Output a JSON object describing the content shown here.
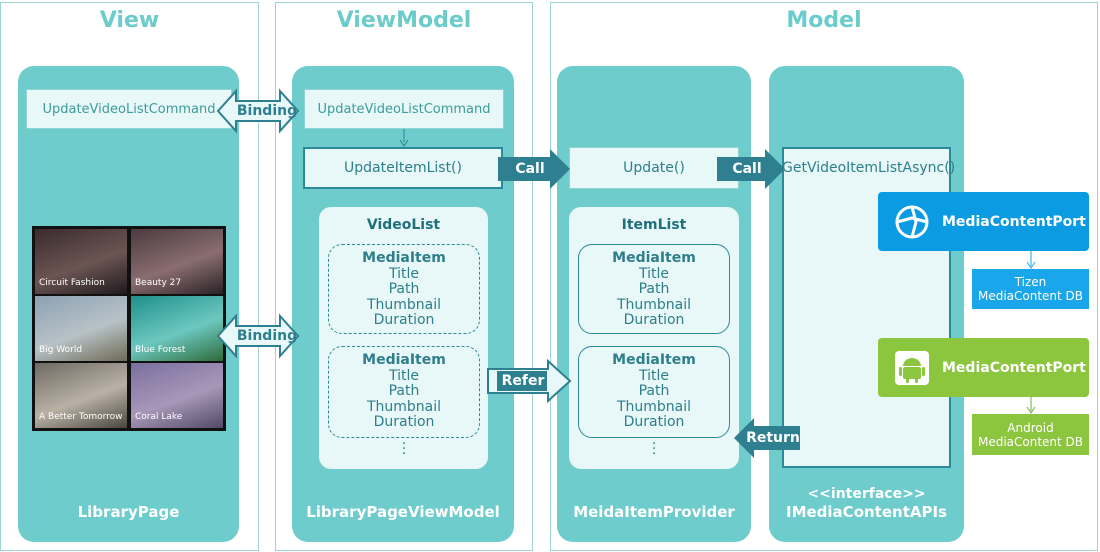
{
  "sections": {
    "view": {
      "title": "View"
    },
    "viewmodel": {
      "title": "ViewModel"
    },
    "model": {
      "title": "Model"
    }
  },
  "columns": {
    "library_page": "LibraryPage",
    "library_page_viewmodel": "LibraryPageViewModel",
    "media_item_provider": "MeidaItemProvider",
    "interface_stereotype": "<<interface>>",
    "imedia_content_apis": "IMediaContentAPIs"
  },
  "view": {
    "command": "UpdateVideoListCommand",
    "thumbnails": [
      {
        "label": "Circuit Fashion",
        "colors": [
          "#3a2b2e",
          "#6b5553",
          "#1f1a1e"
        ]
      },
      {
        "label": "Beauty 27",
        "colors": [
          "#4a3b3f",
          "#8a6d70",
          "#2a2226"
        ]
      },
      {
        "label": "Big World",
        "colors": [
          "#8da1b3",
          "#b7c2c7",
          "#6f6a55"
        ]
      },
      {
        "label": "Blue Forest",
        "colors": [
          "#1f8f8a",
          "#6cc8c0",
          "#2f6b3a"
        ]
      },
      {
        "label": "A Better Tomorrow",
        "colors": [
          "#6e6a63",
          "#b9b1a5",
          "#4a463f"
        ]
      },
      {
        "label": "Coral Lake",
        "colors": [
          "#7b6fa0",
          "#a897b8",
          "#514a66"
        ]
      }
    ]
  },
  "viewmodel": {
    "command": "UpdateVideoListCommand",
    "method": "UpdateItemList()",
    "list_title": "VideoList"
  },
  "provider": {
    "method": "Update()",
    "list_title": "ItemList"
  },
  "apis": {
    "method": "GetVideoItemListAsync()"
  },
  "media_item": {
    "title": "MediaItem",
    "fields": [
      "Title",
      "Path",
      "Thumbnail",
      "Duration"
    ]
  },
  "arrows": {
    "binding": "Binding",
    "call": "Call",
    "refer": "Refer",
    "return": "Return"
  },
  "ports": {
    "tizen": {
      "label": "MediaContentPort",
      "db_line1": "Tizen",
      "db_line2": "MediaContent DB",
      "color": "#0a9be3",
      "db_color": "#1aa6ea"
    },
    "android": {
      "label": "MediaContentPort",
      "db_line1": "Android",
      "db_line2": "MediaContent DB",
      "color": "#8cc63f",
      "db_color": "#8cc63f"
    }
  },
  "colors": {
    "accent_teal": "#6ecccc",
    "dark_teal": "#2b8a9a",
    "arrow_blue": "#2e7f90"
  }
}
